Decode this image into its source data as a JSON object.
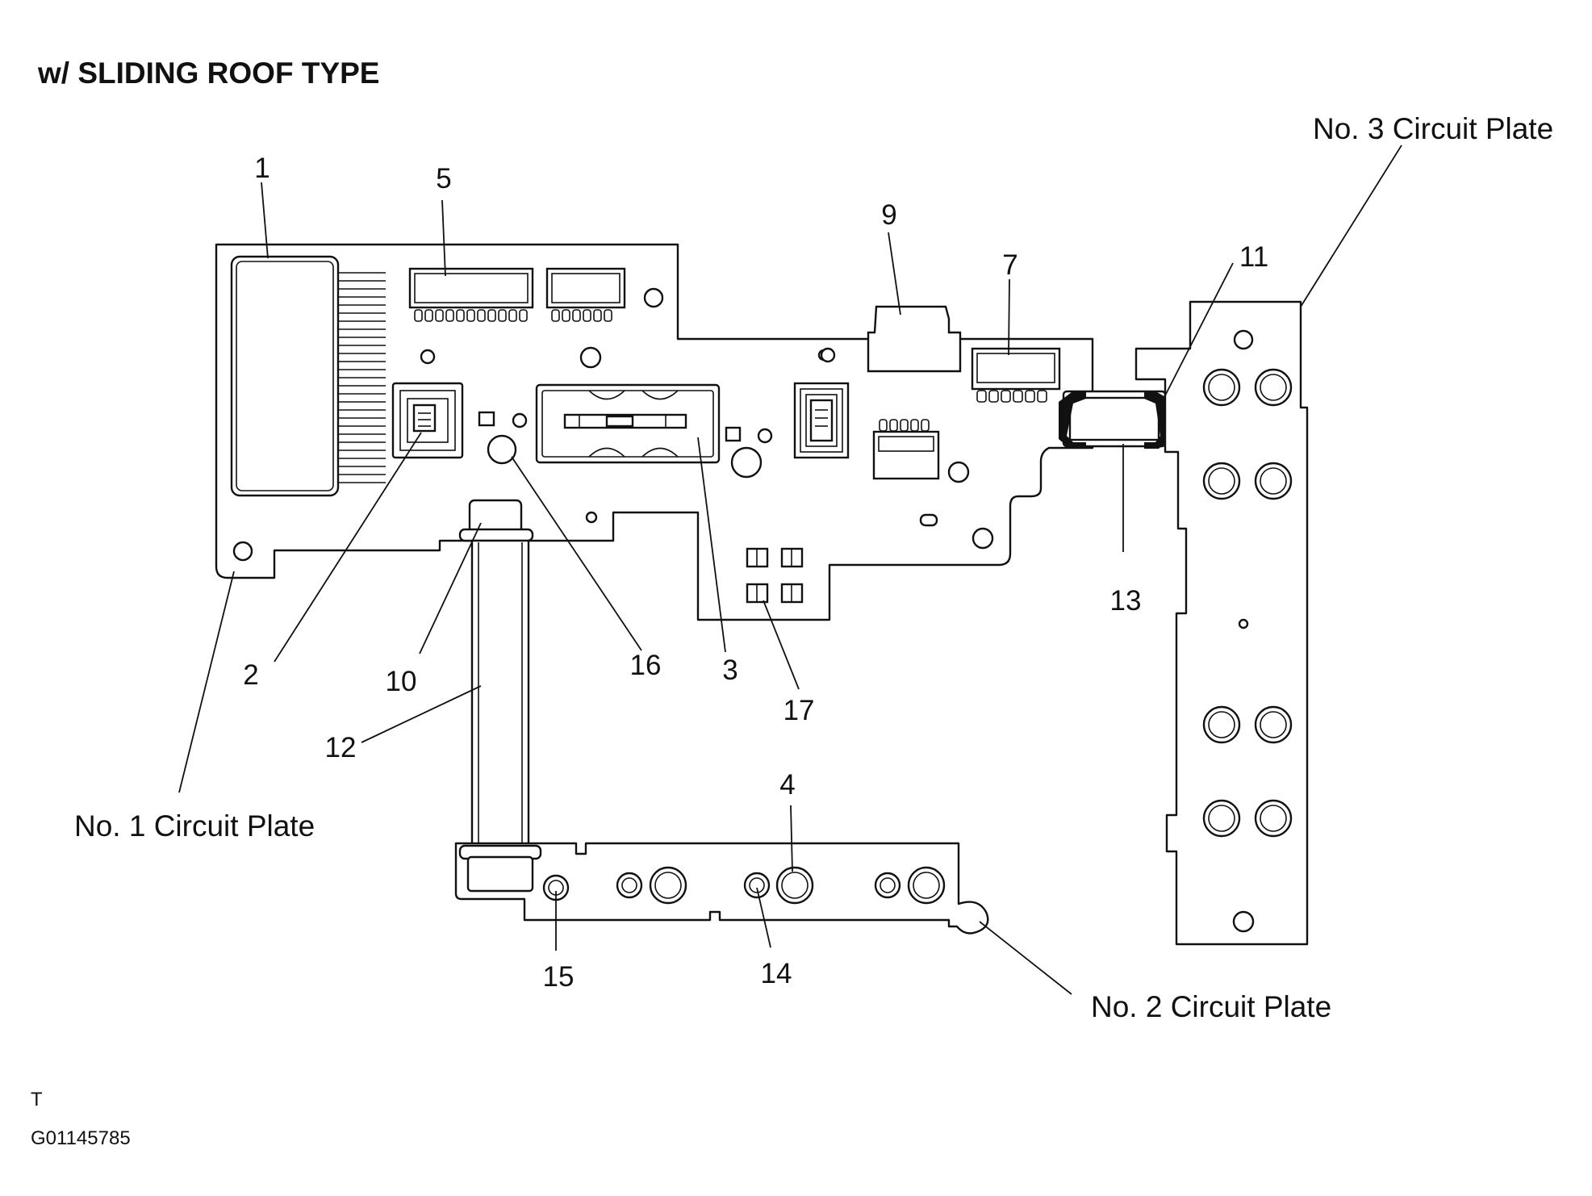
{
  "diagram": {
    "title": "w/ SLIDING ROOF TYPE",
    "plate_labels": {
      "no1": "No. 1 Circuit Plate",
      "no2": "No. 2 Circuit Plate",
      "no3": "No. 3 Circuit Plate"
    },
    "callouts": [
      "1",
      "2",
      "3",
      "4",
      "5",
      "7",
      "9",
      "10",
      "11",
      "12",
      "13",
      "14",
      "15",
      "16",
      "17"
    ],
    "footer": {
      "letter": "T",
      "figure_id": "G01145785"
    }
  }
}
